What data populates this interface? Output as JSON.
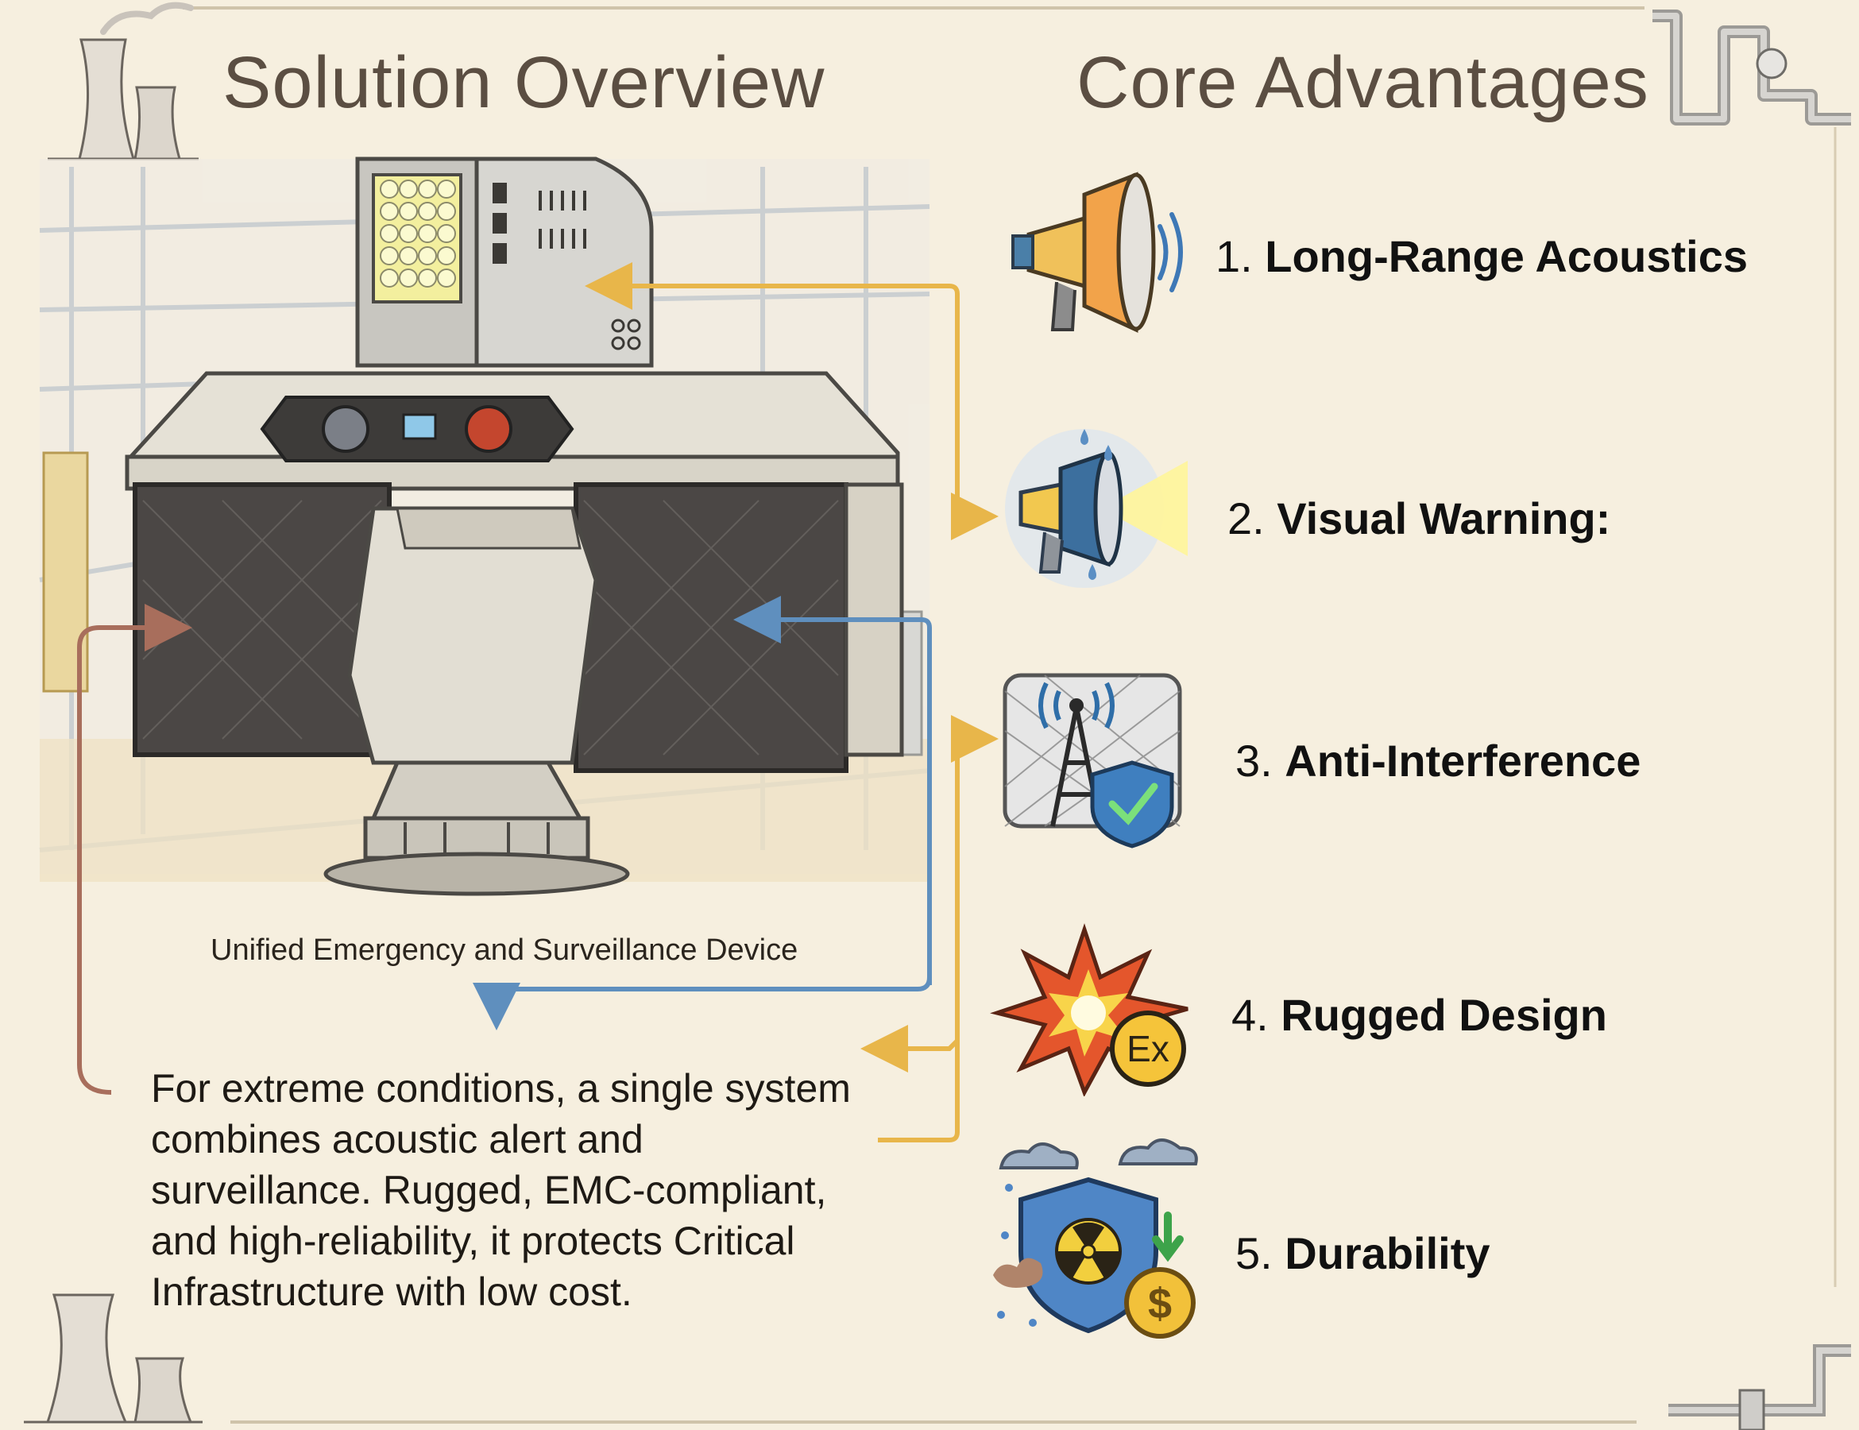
{
  "headings": {
    "left": "Solution Overview",
    "right": "Core Advantages"
  },
  "device": {
    "caption": "Unified Emergency and Surveillance Device"
  },
  "description": "For extreme conditions, a single system combines acoustic alert and surveillance. Rugged, EMC-compliant, and high-reliability, it protects Critical Infrastructure with low cost.",
  "advantages": [
    {
      "num": "1.",
      "label": "Long-Range Acoustics",
      "icon": "megaphone-sound-icon"
    },
    {
      "num": "2.",
      "label": "Visual Warning:",
      "icon": "megaphone-light-icon"
    },
    {
      "num": "3.",
      "label": "Anti-Interference",
      "icon": "antenna-shield-icon"
    },
    {
      "num": "4.",
      "label": "Rugged Design",
      "icon": "explosion-ex-icon"
    },
    {
      "num": "5.",
      "label": "Durability",
      "icon": "radiation-shield-coin-icon"
    }
  ],
  "badges": {
    "ex": "Ex",
    "coin": "$"
  },
  "colors": {
    "background": "#f6efdf",
    "heading": "#5b4e42",
    "arrow_yellow": "#e8b64a",
    "arrow_blue": "#5f8fbe",
    "arrow_brown": "#a86e5c"
  }
}
